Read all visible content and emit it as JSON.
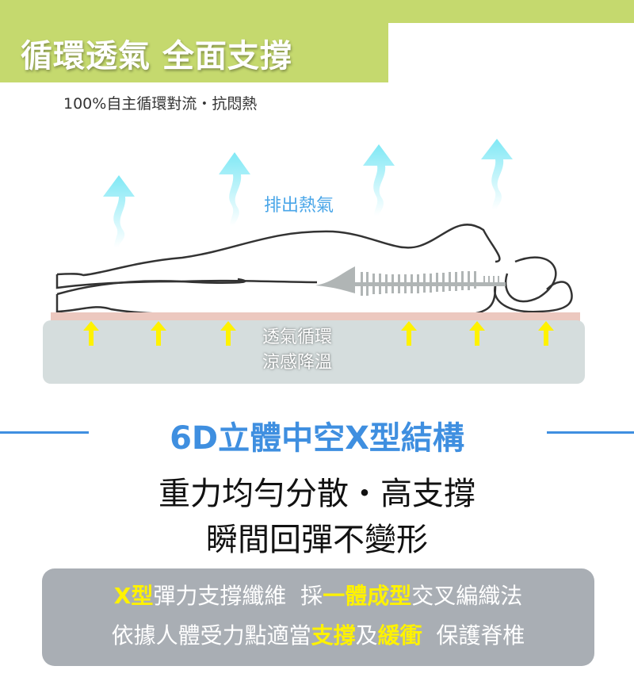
{
  "header": {
    "title": "循環透氣 全面支撐",
    "subtitle": "100%自主循環對流・抗悶熱"
  },
  "illustration": {
    "heat_label": "排出熱氣",
    "mattress_label_line1": "透氣循環",
    "mattress_label_line2": "涼感降溫",
    "icons": [
      "wavy-up-arrow-icon",
      "up-arrow-icon",
      "body-outline",
      "spine-icon",
      "pillow"
    ]
  },
  "feature": {
    "headline": "6D立體中空X型結構",
    "line1": "重力均勻分散・高支撐",
    "line2": "瞬間回彈不變形"
  },
  "info_box": {
    "row1": [
      {
        "text": "X型",
        "highlight": true
      },
      {
        "text": "彈力支撐纖維  採",
        "highlight": false
      },
      {
        "text": "一體成型",
        "highlight": true
      },
      {
        "text": "交叉編織法",
        "highlight": false
      }
    ],
    "row2": [
      {
        "text": "依據人體受力點適當",
        "highlight": false
      },
      {
        "text": "支撐",
        "highlight": true
      },
      {
        "text": "及",
        "highlight": false
      },
      {
        "text": "緩衝",
        "highlight": true
      },
      {
        "text": "  保護脊椎",
        "highlight": false
      }
    ]
  },
  "colors": {
    "green": "#c5d96e",
    "blue": "#3f8fe0",
    "cyan": "#7fe8f5",
    "yellow": "#fff200",
    "gray_box": "#a9aeb4"
  }
}
